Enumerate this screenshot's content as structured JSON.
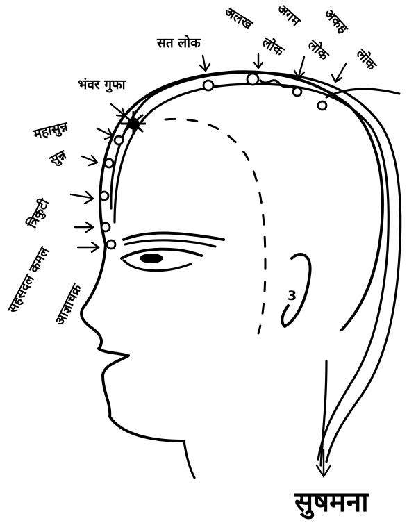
{
  "labels": {
    "sat_lok": "सत लोक",
    "alakh": "अलख",
    "alakh_lok": "लोक",
    "agam": "अगम",
    "agam_lok": "लोक",
    "akah": "अकह",
    "akah_lok": "लोक",
    "bhanvar_gufa": "भंवर गुफा",
    "mahasunn": "महासुन्न",
    "sunn": "सुन्न",
    "trikuti": "त्रिकुटी",
    "sahasdal_kamal": "सहसदल कमल",
    "agyachakra": "आज्ञाचक्र",
    "sushmana": "सुषमना",
    "ear_mark": "3"
  },
  "colors": {
    "ink": "#000000",
    "background": "#ffffff"
  }
}
